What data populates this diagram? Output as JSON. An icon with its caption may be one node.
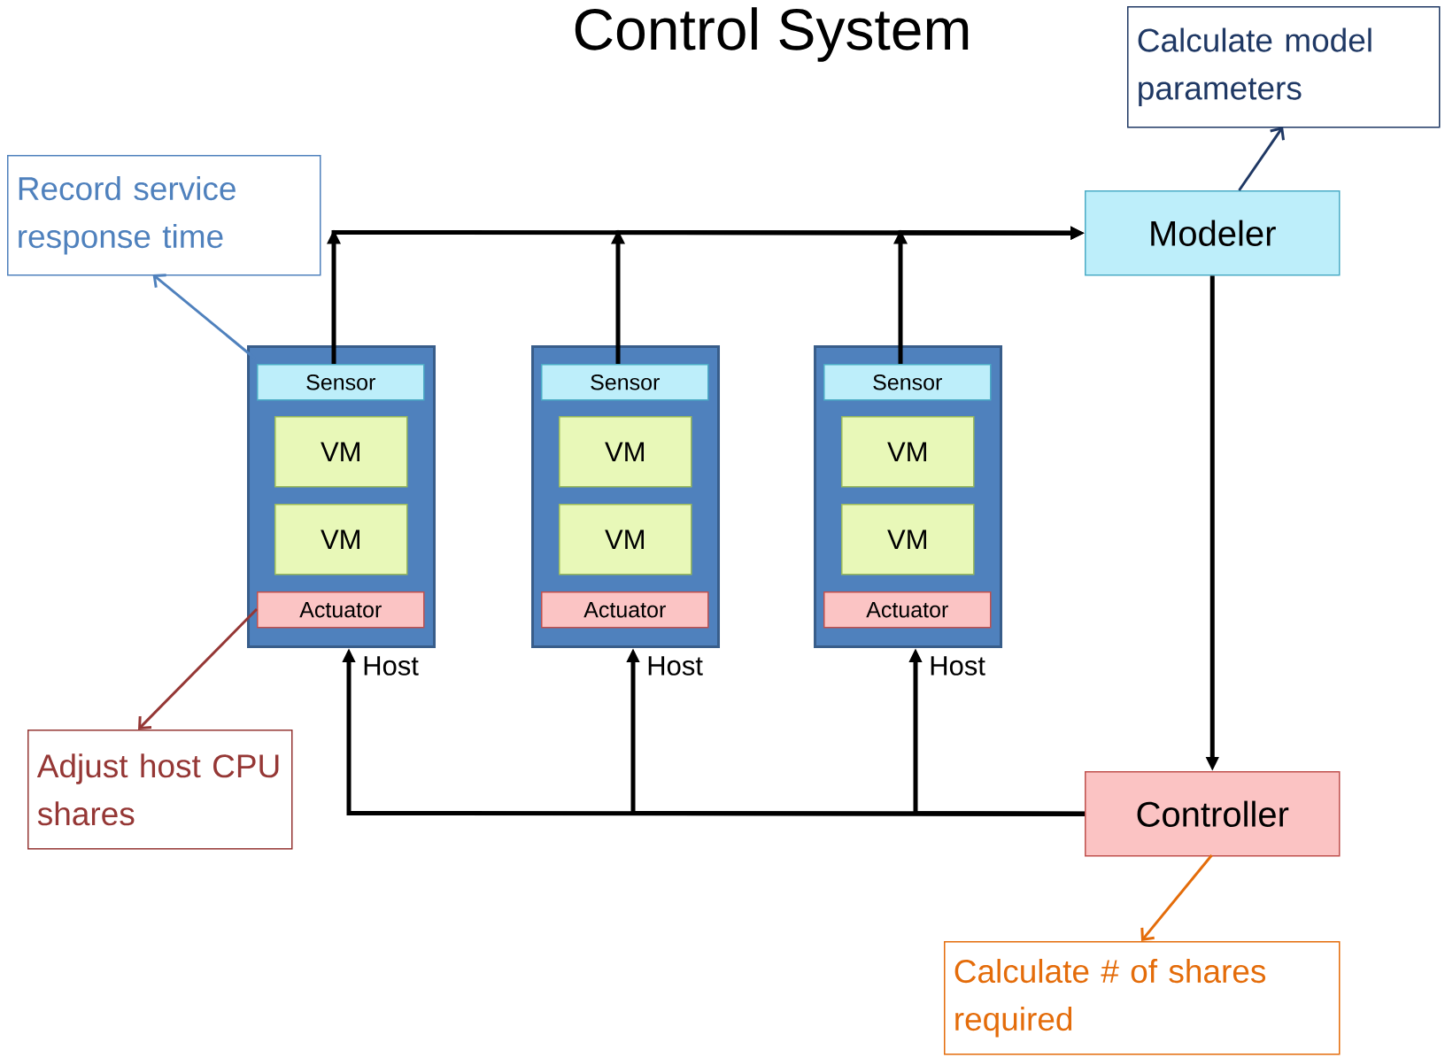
{
  "diagram": {
    "title": "Control System",
    "nodes": [
      {
        "text": [
          "Calculate model parameters"
        ]
      },
      {
        "text": [
          "Record service response time"
        ]
      },
      {
        "text": [
          "Modeler"
        ]
      },
      {
        "text": [],
        "shape": "box"
      },
      {
        "text": [
          "Sensor"
        ],
        "in": 3
      },
      {
        "text": [
          "VM"
        ],
        "in": 3
      },
      {
        "text": [
          "VM"
        ],
        "in": 3
      },
      {
        "text": [
          "Actuator"
        ],
        "in": 3
      },
      {
        "text": [],
        "shape": "box"
      },
      {
        "text": [
          "Sensor"
        ],
        "in": 8
      },
      {
        "text": [
          "VM"
        ],
        "in": 8
      },
      {
        "text": [
          "VM"
        ],
        "in": 8
      },
      {
        "text": [
          "Actuator"
        ],
        "in": 8
      },
      {
        "text": [],
        "shape": "box"
      },
      {
        "text": [
          "Sensor"
        ],
        "in": 13
      },
      {
        "text": [
          "VM"
        ],
        "in": 13
      },
      {
        "text": [
          "VM"
        ],
        "in": 13
      },
      {
        "text": [
          "Actuator"
        ],
        "in": 13
      },
      {
        "text": [
          "Adjust host CPU shares"
        ]
      },
      {
        "text": [
          "Controller"
        ]
      },
      {
        "text": [
          "Calculate # of shares required"
        ]
      }
    ],
    "edges": [
      {
        "from": 4,
        "to": 2,
        "arrow": "to"
      },
      {
        "from": 9,
        "to": 2,
        "arrow": "to"
      },
      {
        "from": 14,
        "to": 2,
        "arrow": "to"
      },
      {
        "from": 2,
        "to": 19,
        "arrow": "to"
      },
      {
        "from": 19,
        "to": 3,
        "arrow": "to"
      },
      {
        "from": 19,
        "to": 8,
        "arrow": "to"
      },
      {
        "from": 19,
        "to": 13,
        "arrow": "to"
      },
      {
        "from": 2,
        "to": 0,
        "arrow": "to",
        "color": "#1f3864"
      },
      {
        "from": 4,
        "to": 1,
        "arrow": "to",
        "color": "#4f81bd"
      },
      {
        "from": 7,
        "to": 18,
        "arrow": "to",
        "color": "#953735"
      },
      {
        "from": 19,
        "to": 20,
        "arrow": "to",
        "color": "#e46c0a"
      }
    ],
    "labels": [
      "Host",
      "Host",
      "Host"
    ]
  }
}
